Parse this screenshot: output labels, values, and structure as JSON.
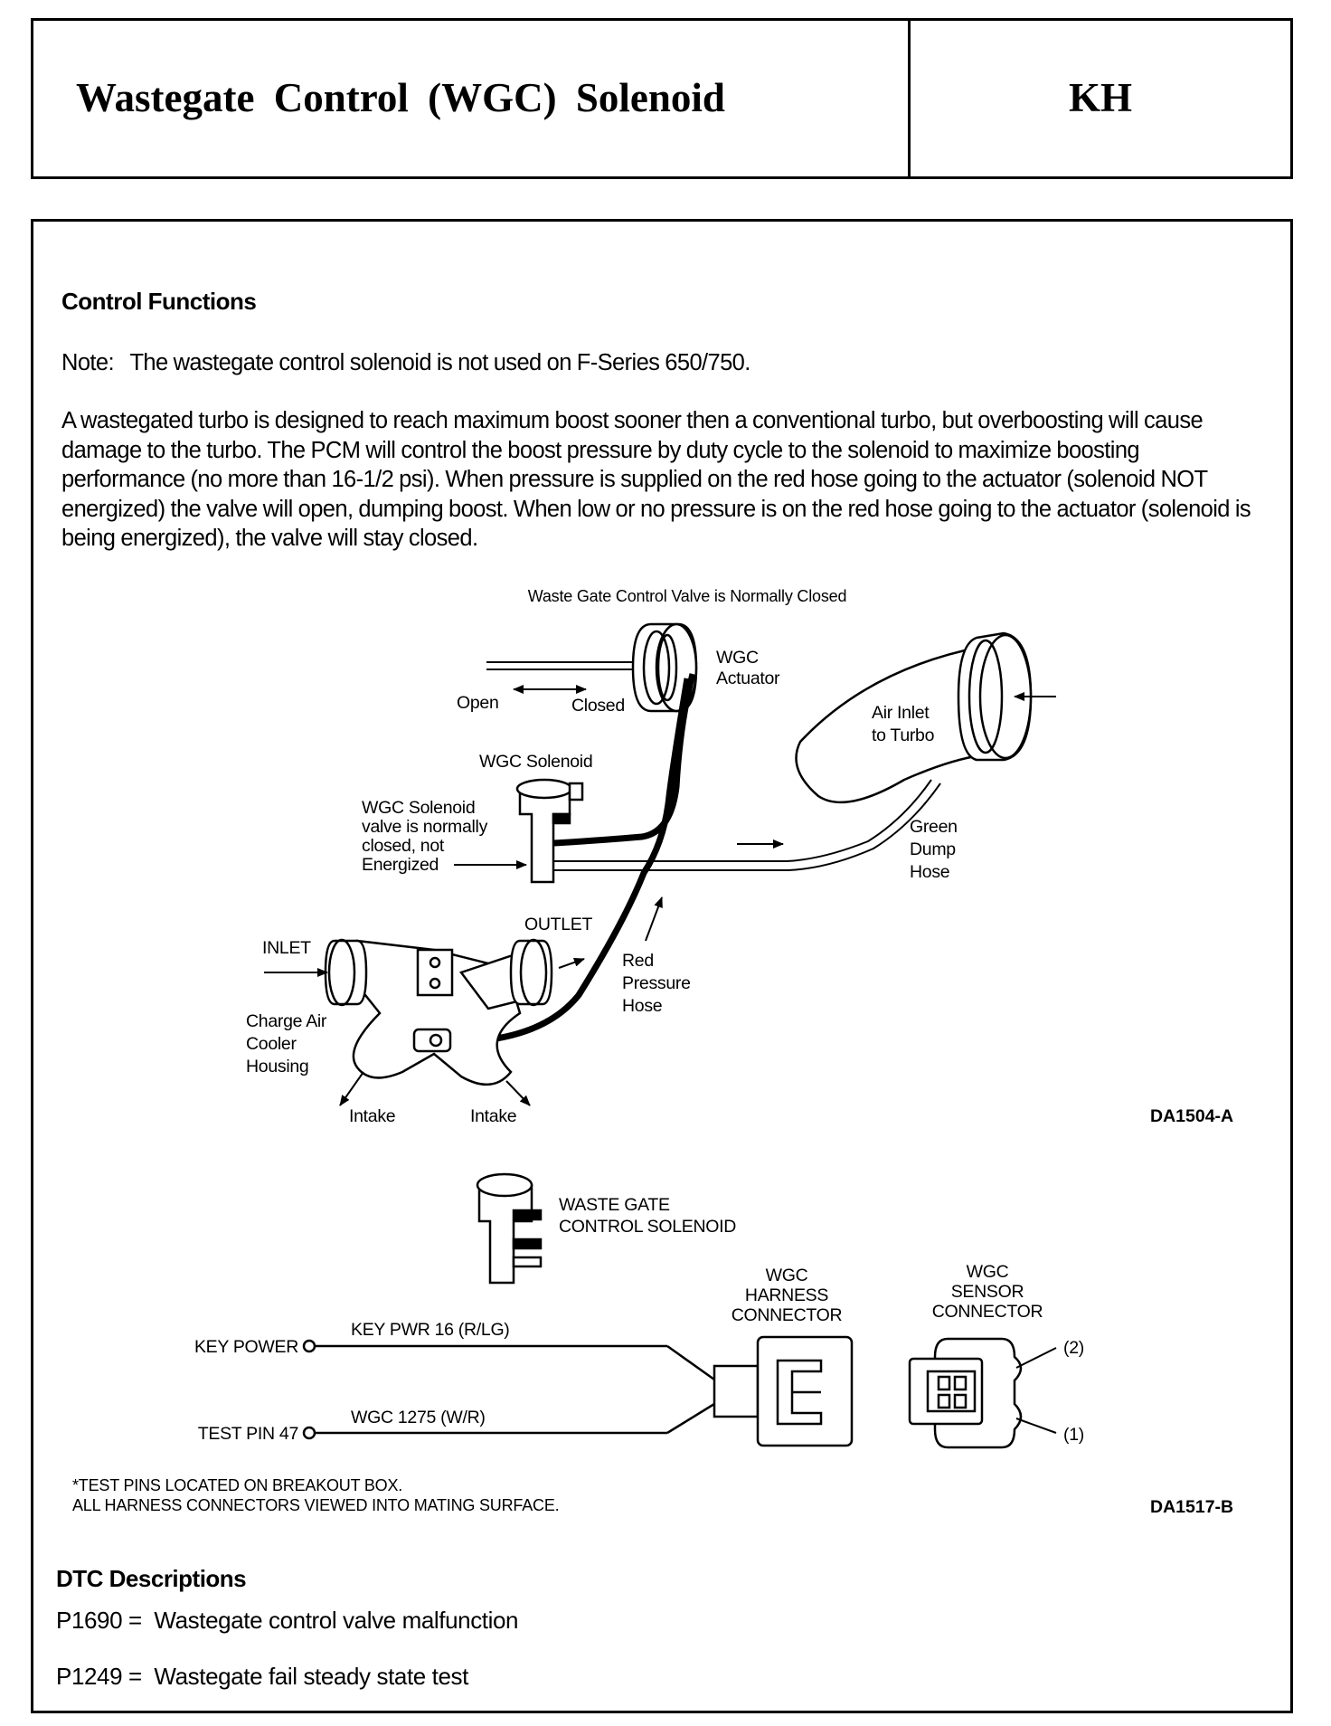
{
  "header": {
    "title": "Wastegate Control (WGC) Solenoid",
    "code": "KH"
  },
  "control_functions": {
    "heading": "Control Functions",
    "note": "Note:   The wastegate control solenoid is not used on F-Series 650/750.",
    "paragraph": "A wastegated turbo is designed to reach maximum boost sooner then a conventional turbo, but overboosting will cause damage to the turbo. The PCM will control the boost pressure by duty cycle to the solenoid to maximize boosting performance (no more than 16-1/2 psi). When pressure is supplied on the red hose going to the actuator (solenoid NOT energized) the valve will open, dumping boost. When low or no pressure is on the red hose going to the actuator (solenoid is being energized), the valve will stay closed."
  },
  "diagram1": {
    "caption": "Waste Gate Control Valve is Normally Closed",
    "wgc_actuator": [
      "WGC",
      "Actuator"
    ],
    "open": "Open",
    "closed": "Closed",
    "air_inlet": [
      "Air Inlet",
      "to Turbo"
    ],
    "wgc_solenoid": "WGC Solenoid",
    "solenoid_note": [
      "WGC Solenoid",
      "valve is normally",
      "closed, not",
      "Energized"
    ],
    "green_dump_hose": [
      "Green",
      "Dump",
      "Hose"
    ],
    "outlet": "OUTLET",
    "inlet": "INLET",
    "red_pressure_hose": [
      "Red",
      "Pressure",
      "Hose"
    ],
    "charge_air_cooler": [
      "Charge Air",
      "Cooler",
      "Housing"
    ],
    "intake_left": "Intake",
    "intake_right": "Intake",
    "id": "DA1504-A"
  },
  "diagram2": {
    "solenoid_label": [
      "WASTE GATE",
      "CONTROL SOLENOID"
    ],
    "harness_connector": [
      "WGC",
      "HARNESS",
      "CONNECTOR"
    ],
    "sensor_connector": [
      "WGC",
      "SENSOR",
      "CONNECTOR"
    ],
    "key_power": "KEY POWER",
    "key_pwr_wire": "KEY PWR 16  (R/LG)",
    "test_pin": "TEST PIN 47",
    "wgc_wire": "WGC 1275 (W/R)",
    "pin2": "(2)",
    "pin1": "(1)",
    "footnote1": "*TEST PINS LOCATED ON BREAKOUT BOX.",
    "footnote2": "ALL HARNESS CONNECTORS VIEWED INTO MATING SURFACE.",
    "id": "DA1517-B"
  },
  "dtc": {
    "heading": "DTC Descriptions",
    "items": [
      "P1690 =  Wastegate control valve malfunction",
      "P1249 =  Wastegate fail steady state test"
    ]
  }
}
